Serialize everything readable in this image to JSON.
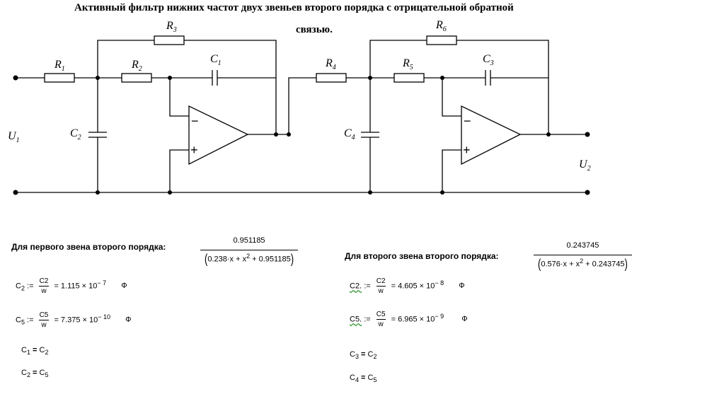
{
  "title": {
    "line1": "Активный фильтр нижних частот двух звеньев второго порядка с отрицательной обратной",
    "line2": "связью."
  },
  "circuit": {
    "labels": [
      "R",
      "R",
      "R",
      "R",
      "R",
      "R",
      "C",
      "C",
      "C",
      "C",
      "U",
      "U"
    ],
    "subs": [
      "1",
      "2",
      "3",
      "4",
      "5",
      "6",
      "1",
      "2",
      "3",
      "4",
      "1",
      "2"
    ],
    "opamp_minus": "−",
    "opamp_plus": "+"
  },
  "section1": {
    "header": "Для первого звена второго порядка:",
    "tf_num": "0.951185",
    "tf_den_a": "0.238·x + x",
    "tf_den_exp": "2",
    "tf_den_b": " + 0.951185",
    "eq1": {
      "lhs": "C",
      "lhs_sub": "2",
      "assign": ":=",
      "num": "C2",
      "den": "w",
      "value": "= 1.115 × 10",
      "exp": "− 7",
      "unit": "Ф"
    },
    "eq2": {
      "lhs": "C",
      "lhs_sub": "5",
      "assign": ":=",
      "num": "C5",
      "den": "w",
      "value": "= 7.375 × 10",
      "exp": "− 10",
      "unit": "Ф"
    },
    "eq3": {
      "a": "C",
      "a_sub": "1",
      "op": "=",
      "b": "C",
      "b_sub": "2"
    },
    "eq4": {
      "a": "C",
      "a_sub": "2",
      "op": "=",
      "b": "C",
      "b_sub": "5"
    }
  },
  "section2": {
    "header": "Для второго звена второго порядка:",
    "tf_num": "0.243745",
    "tf_den_a": "0.576·x + x",
    "tf_den_exp": "2",
    "tf_den_b": " + 0.243745",
    "eq1": {
      "lhs": "C2.",
      "assign": ":=",
      "num": "C2",
      "den": "w",
      "value": "= 4.605 × 10",
      "exp": "− 8",
      "unit": "Ф"
    },
    "eq2": {
      "lhs": "C5.",
      "assign": ":=",
      "num": "C5",
      "den": "w",
      "value": "= 6.965 × 10",
      "exp": "− 9",
      "unit": "Ф"
    },
    "eq3": {
      "a": "C",
      "a_sub": "3",
      "op": "=",
      "b": "C",
      "b_sub": "2"
    },
    "eq4": {
      "a": "C",
      "a_sub": "4",
      "op": "=",
      "b": "C",
      "b_sub": "5"
    }
  },
  "colors": {
    "ink": "#000000",
    "spellcheck": "#1a8a1a",
    "background": "#ffffff"
  }
}
